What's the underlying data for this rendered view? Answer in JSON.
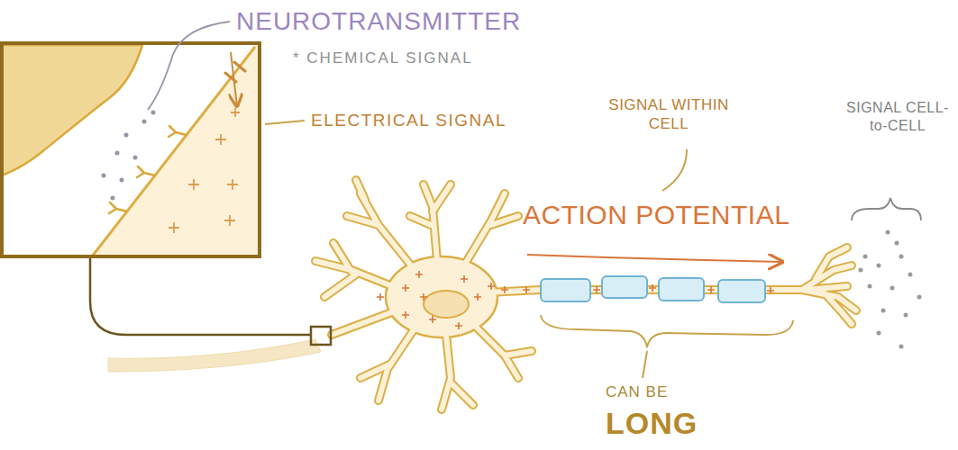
{
  "diagram": {
    "labels": [
      "NEUROTRANSMITTER",
      "* CHEMICAL SIGNAL",
      "ELECTRICAL SIGNAL",
      "SIGNAL WITHIN CELL",
      "ACTION POTENTIAL",
      "SIGNAL CELL-to-CELL",
      "CAN BE",
      "LONG"
    ]
  }
}
